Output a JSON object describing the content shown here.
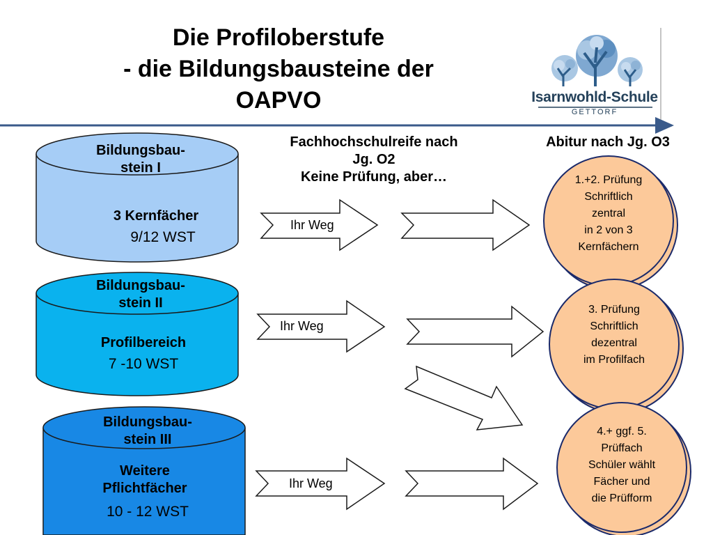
{
  "title": {
    "line1": "Die Profiloberstufe",
    "line2": "- die Bildungsbausteine der",
    "line3": "OAPVO"
  },
  "logo": {
    "name": "Isarnwohld-Schule",
    "subtitle": "GETTORF"
  },
  "columns": {
    "fachhochschulreife_line1": "Fachhochschulreife nach",
    "fachhochschulreife_line2": "Jg. O2",
    "fachhochschulreife_line3": "Keine Prüfung, aber…",
    "abitur": "Abitur nach Jg. O3"
  },
  "bausteine": [
    {
      "title1": "Bildungsbau-",
      "title2": "stein I",
      "content1": "3 Kernfächer",
      "content2": "9/12 WST",
      "color": "#a6cdf6"
    },
    {
      "title1": "Bildungsbau-",
      "title2": "stein II",
      "content1": "Profilbereich",
      "content2": "7 -10 WST",
      "color": "#0ab2ee"
    },
    {
      "title1": "Bildungsbau-",
      "title2": "stein III",
      "content1": "Weitere",
      "content1b": "Pflichtfächer",
      "content2": "10 - 12 WST",
      "color": "#1888e5"
    }
  ],
  "arrow_labels": [
    "Ihr Weg",
    "Ihr Weg",
    "Ihr Weg"
  ],
  "pruefungen": [
    {
      "lines": [
        "1.+2. Prüfung",
        "Schriftlich",
        "zentral",
        "in 2 von 3",
        "Kernfächern"
      ]
    },
    {
      "lines": [
        "3. Prüfung",
        "Schriftlich",
        "dezentral",
        "im Profilfach"
      ]
    },
    {
      "lines": [
        "4.+ ggf. 5.",
        "Prüffach",
        "Schüler wählt",
        "Fächer und",
        "die Prüfform"
      ]
    }
  ],
  "colors": {
    "title_rule": "#3a5a8a",
    "circle_fill": "#fcc99a",
    "circle_stroke": "#1b2a6a",
    "logo_blue": "#24415a",
    "logo_tree_light": "#a9c7e3",
    "logo_tree_dark": "#2d5d8a"
  },
  "icons": [
    "tree-icon"
  ]
}
